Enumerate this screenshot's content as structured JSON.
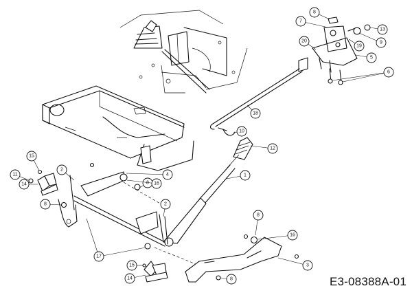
{
  "drawing_code": "E3-08388A-01",
  "callouts": [
    {
      "label": "1"
    },
    {
      "label": "2"
    },
    {
      "label": "2"
    },
    {
      "label": "3"
    },
    {
      "label": "4"
    },
    {
      "label": "5"
    },
    {
      "label": "6"
    },
    {
      "label": "7"
    },
    {
      "label": "8"
    },
    {
      "label": "8"
    },
    {
      "label": "8"
    },
    {
      "label": "8"
    },
    {
      "label": "8"
    },
    {
      "label": "9"
    },
    {
      "label": "10"
    },
    {
      "label": "11"
    },
    {
      "label": "12"
    },
    {
      "label": "13"
    },
    {
      "label": "14"
    },
    {
      "label": "14"
    },
    {
      "label": "15"
    },
    {
      "label": "15"
    },
    {
      "label": "16"
    },
    {
      "label": "16"
    },
    {
      "label": "17"
    },
    {
      "label": "18"
    },
    {
      "label": "19"
    },
    {
      "label": "20"
    }
  ]
}
